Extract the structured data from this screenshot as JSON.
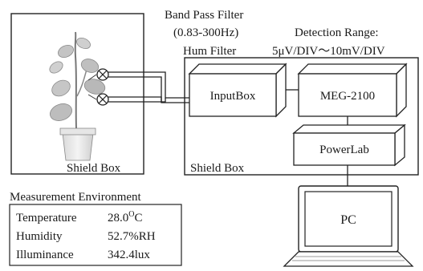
{
  "filter": {
    "line1": "Band Pass Filter",
    "line2": "(0.83-300Hz)",
    "line3": "Hum Filter"
  },
  "detection": {
    "line1": "Detection Range:",
    "line2": "5μV/DIV～10mV/DIV"
  },
  "left_box": {
    "label": "Shield Box"
  },
  "right_box": {
    "label": "Shield Box"
  },
  "blocks": {
    "input": "InputBox",
    "meg": "MEG-2100",
    "powerlab": "PowerLab",
    "pc": "PC"
  },
  "environment": {
    "title": "Measurement Environment",
    "rows": [
      {
        "name": "Temperature",
        "value": "28.0",
        "unit_sup": "O",
        "unit": "C"
      },
      {
        "name": "Humidity",
        "value": "52.7%RH"
      },
      {
        "name": "Illuminance",
        "value": "342.4lux"
      }
    ]
  }
}
